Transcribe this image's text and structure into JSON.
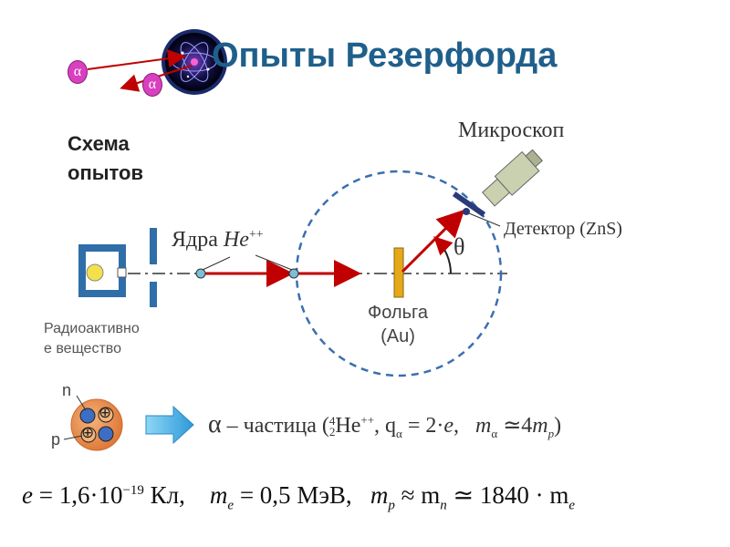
{
  "title": "Опыты Резерфорда",
  "scheme_label": {
    "line1": "Схема",
    "line2": "опытов"
  },
  "alpha_badge": "α",
  "microscope_label": "Микроскоп",
  "detector_label": "Детектор (ZnS)",
  "nuclei_label": {
    "prefix": "Ядра",
    "symbol": "He",
    "charge": "++"
  },
  "angle_label": "θ",
  "foil_label": {
    "line1": "Фольга",
    "line2": "(Au)"
  },
  "source_label": {
    "line1": "Радиоактивно",
    "line2": "е вещество"
  },
  "nucleus_parts": {
    "neutron": "n",
    "proton": "p",
    "plus": "⊕"
  },
  "alpha_formula": {
    "symbol": "α",
    "text": " – частица (",
    "mass_number": "4",
    "atomic_number": "2",
    "element": "He",
    "charge": "++",
    "q_part": ",    q",
    "q_sub": "α",
    "q_eq": " = 2·",
    "e": "e",
    "comma": ",",
    "m": "m",
    "m_sub": "α",
    "approx": " ≃4",
    "mp": "m",
    "mp_sub": "p",
    "close": ")"
  },
  "bottom_formula": {
    "part1": "e",
    "part2": "= 1,6·10",
    "exp1": "−19",
    "part3": "Кл,",
    "part4": "m",
    "part5_sub": "e",
    "part6": "= 0,5",
    "part7": "МэВ,",
    "part8": "m",
    "part9_sub": "p",
    "part10": "≈ m",
    "part11_sub": "n",
    "part12": "≃ 1840",
    "part13": "· m",
    "part14_sub": "e"
  },
  "colors": {
    "title": "#1f5f8b",
    "arrow_red": "#c00000",
    "foil": "#e6a817",
    "circle_dashed": "#3a6fb0",
    "arrow_blue": "#3fb0e8",
    "alpha_pink": "#d940c0"
  }
}
